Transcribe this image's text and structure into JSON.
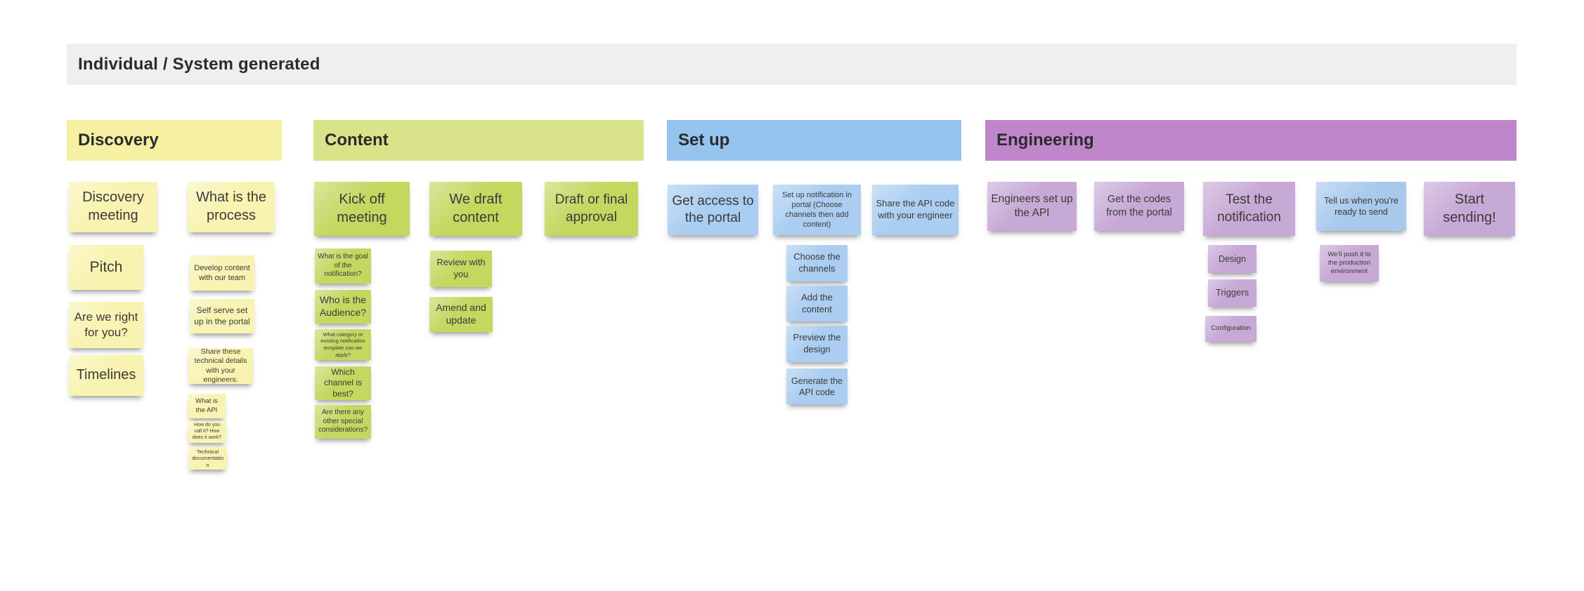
{
  "board": {
    "title": "Individual / System generated"
  },
  "colors": {
    "background": "#ffffff",
    "title_bar": "#f0efee",
    "text": "#3b3b3b",
    "heading_text": "#2b2b2b",
    "discovery_header": "#f5f0a2",
    "discovery_note": "#f8f3b0",
    "content_header": "#d9e38a",
    "content_note": "#c4d75f",
    "setup_header": "#95c4ee",
    "setup_note": "#aacdf1",
    "engineering_header": "#bf86cb",
    "engineering_note": "#c7a9d6",
    "engineering_note_blue": "#a9c9ec"
  },
  "sections": [
    {
      "label": "Discovery",
      "columns": [
        {
          "notes": [
            "Discovery meeting",
            "Pitch",
            "Are we right for you?",
            "Timelines"
          ]
        },
        {
          "notes": [
            "What is the process",
            "Develop content with our team",
            "Self serve set up in the portal",
            "Share these technical details with your engineers:",
            "What is the API",
            "How do you call it? How does it work?",
            "Technical documentation"
          ]
        }
      ]
    },
    {
      "label": "Content",
      "columns": [
        {
          "notes": [
            "Kick off meeting",
            "What is the goal of the notification?",
            "Who is the Audience?",
            "What category or existing notification template can we apply?",
            "Which channel is best?",
            "Are there any other special considerations?"
          ]
        },
        {
          "notes": [
            "We draft content",
            "Review with you",
            "Amend and update"
          ]
        },
        {
          "notes": [
            "Draft or final approval"
          ]
        }
      ]
    },
    {
      "label": "Set up",
      "columns": [
        {
          "notes": [
            "Get access to the portal"
          ]
        },
        {
          "notes": [
            "Set up notification in portal (Choose channels then add content)",
            "Choose the channels",
            "Add the content",
            "Preview the design",
            "Generate the API code"
          ]
        },
        {
          "notes": [
            "Share the API code with your engineer"
          ]
        }
      ]
    },
    {
      "label": "Engineering",
      "columns": [
        {
          "notes": [
            "Engineers set up the API"
          ]
        },
        {
          "notes": [
            "Get the codes from the portal"
          ]
        },
        {
          "notes": [
            "Test the notification",
            "Design",
            "Triggers",
            "Configuration"
          ]
        },
        {
          "notes": [
            "Tell us when you're ready to send",
            "We'll push it to the production environment"
          ]
        },
        {
          "notes": [
            "Start sending!"
          ]
        }
      ]
    }
  ]
}
